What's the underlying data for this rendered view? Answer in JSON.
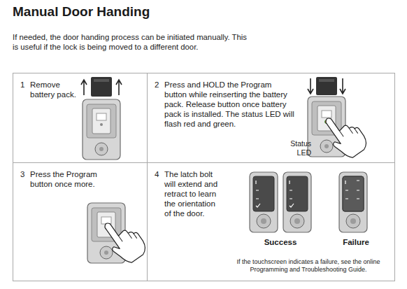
{
  "diagram": {
    "title": "Manual Door Handing",
    "nodes": [
      {
        "text": [
          "1",
          "Remove battery pack."
        ]
      },
      {
        "text": [
          "2",
          "Press and HOLD the Program button while reinserting the battery pack. Release button once battery pack is installed. The status LED will flash red and green.",
          "Status LED"
        ]
      },
      {
        "text": [
          "3",
          "Press the Program button once more."
        ]
      },
      {
        "text": [
          "4",
          "The latch bolt will extend and retract to learn the orientation of the door.",
          "Success",
          "Failure",
          "If the touchscreen indicates a failure, see the online Programming and Troubleshooting Guide."
        ]
      }
    ],
    "labels": [
      "If needed, the door handing process can be initiated manually. This is useful if the lock is being moved to a different door."
    ]
  }
}
